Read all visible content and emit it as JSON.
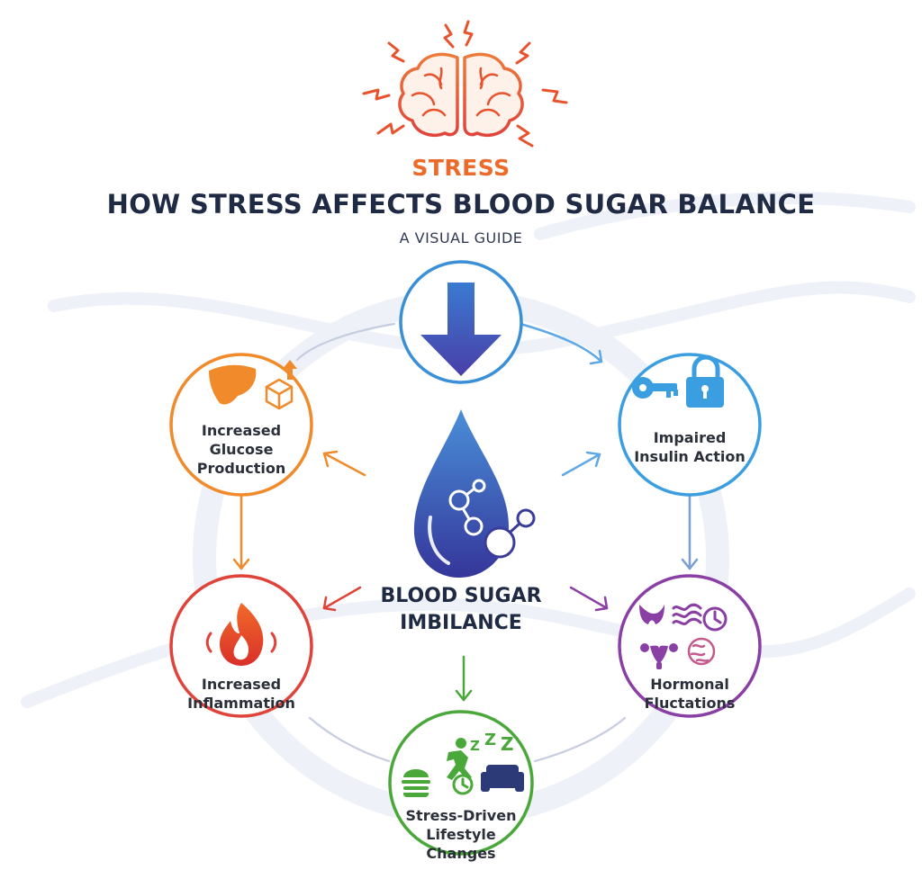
{
  "header": {
    "stress_label": "STRESS",
    "title": "HOW STRESS AFFECTS BLOOD SUGAR BALANCE",
    "subtitle": "A VISUAL GUIDE"
  },
  "center": {
    "line1": "BLOOD SUGAR",
    "line2": "IMBILANCE"
  },
  "nodes": [
    {
      "id": "top",
      "color": "#3a8fd6",
      "icon": "down-arrow-icon"
    },
    {
      "id": "insulin",
      "line1": "Impaired",
      "line2": "Insulin Action",
      "color": "#3a9ee0",
      "icons": [
        "key-icon",
        "padlock-icon"
      ]
    },
    {
      "id": "glucose",
      "line1": "Increased",
      "line2": "Glucose",
      "line3": "Production",
      "color": "#f08a2a",
      "icons": [
        "liver-icon",
        "box-icon",
        "up-arrow-icon"
      ]
    },
    {
      "id": "inflammation",
      "line1": "Increased",
      "line2": "Inflammation",
      "color": "#e0433a",
      "icons": [
        "flame-icon"
      ]
    },
    {
      "id": "hormonal",
      "line1": "Hormonal",
      "line2": "Fluctations",
      "color": "#8a3fa5",
      "icons": [
        "thyroid-icon",
        "wave-icon",
        "clock-icon",
        "uterus-icon",
        "brain-icon"
      ]
    },
    {
      "id": "lifestyle",
      "line1": "Stress-Driven",
      "line2": "Lifestyle Changes",
      "color": "#4aa83a",
      "icons": [
        "burger-icon",
        "running-person-icon",
        "clock-icon",
        "couch-icon",
        "sleep-z-icon"
      ]
    }
  ],
  "colors": {
    "stress": "#ec6a2a",
    "title": "#1f2a44",
    "drop_top": "#4a8fd8",
    "drop_bottom": "#3a3c9a"
  }
}
